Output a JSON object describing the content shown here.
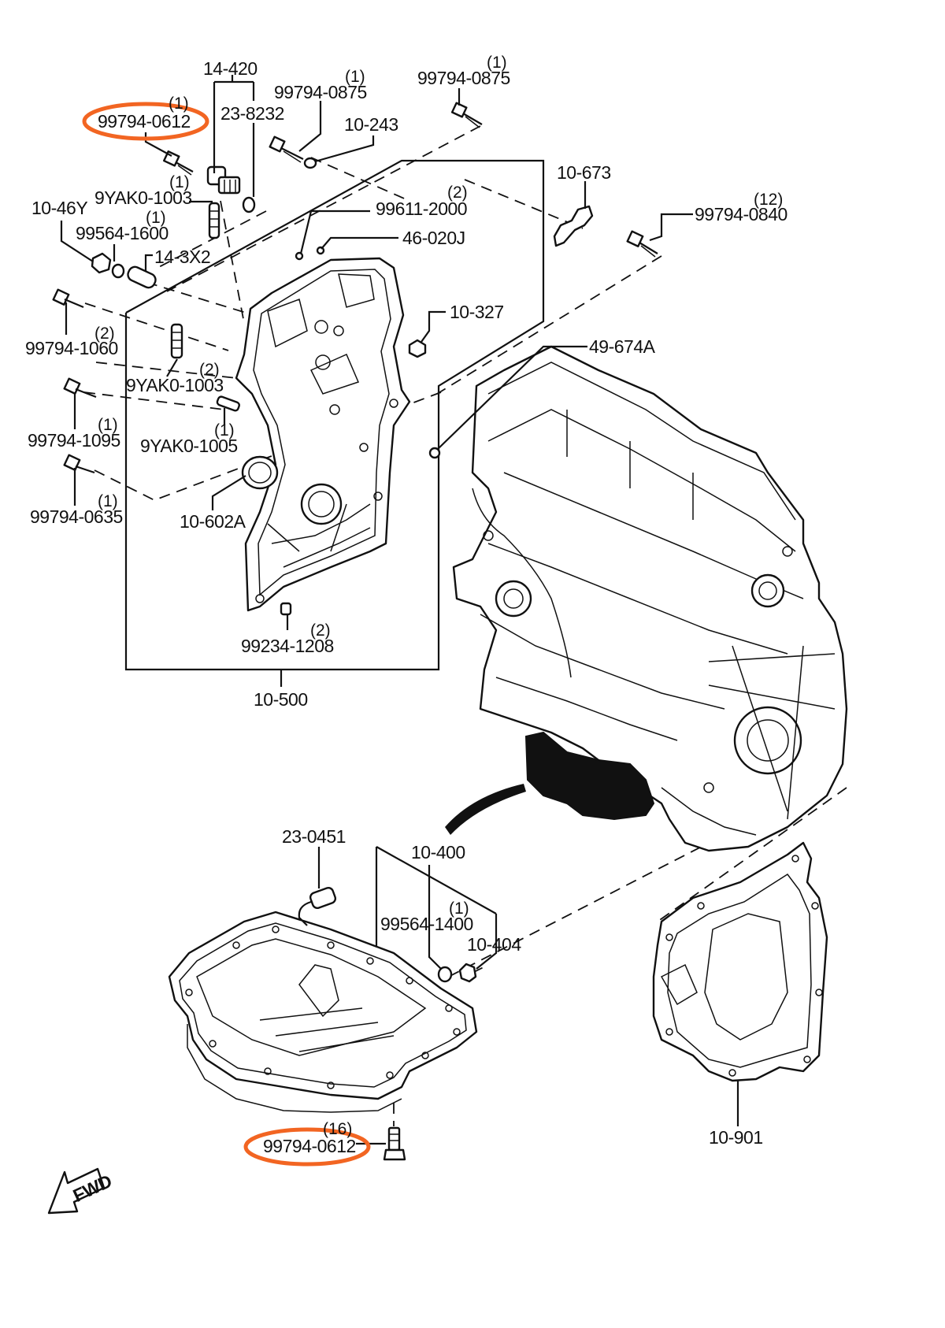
{
  "highlight_color": "#f26522",
  "labels": {
    "l_14_420": "14-420",
    "l_23_8232": "23-8232",
    "l_99794_0612_top": "99794-0612",
    "q_99794_0612_top": "(1)",
    "l_99794_0875_a": "99794-0875",
    "q_99794_0875_a": "(1)",
    "l_99794_0875_b": "99794-0875",
    "q_99794_0875_b": "(1)",
    "l_10_243": "10-243",
    "l_10_673": "10-673",
    "l_99794_0840": "99794-0840",
    "q_99794_0840": "(12)",
    "l_10_46Y": "10-46Y",
    "l_9YAK0_1003_a": "9YAK0-1003",
    "q_9YAK0_1003_a": "(1)",
    "l_99564_1600": "99564-1600",
    "q_99564_1600": "(1)",
    "l_14_3X2": "14-3X2",
    "l_99611_2000": "99611-2000",
    "q_99611_2000": "(2)",
    "l_46_020J": "46-020J",
    "l_10_327": "10-327",
    "l_99794_1060": "99794-1060",
    "q_99794_1060": "(2)",
    "l_9YAK0_1003_b": "9YAK0-1003",
    "q_9YAK0_1003_b": "(2)",
    "l_49_674A": "49-674A",
    "l_99794_1095": "99794-1095",
    "q_99794_1095": "(1)",
    "l_9YAK0_1005": "9YAK0-1005",
    "q_9YAK0_1005": "(1)",
    "l_99794_0635": "99794-0635",
    "q_99794_0635": "(1)",
    "l_10_602A": "10-602A",
    "l_99234_1208": "99234-1208",
    "q_99234_1208": "(2)",
    "l_10_500": "10-500",
    "l_23_0451": "23-0451",
    "l_10_400": "10-400",
    "l_99564_1400": "99564-1400",
    "q_99564_1400": "(1)",
    "l_10_404": "10-404",
    "l_99794_0612_bot": "99794-0612",
    "q_99794_0612_bot": "(16)",
    "l_10_901": "10-901",
    "fwd": "FWD"
  }
}
